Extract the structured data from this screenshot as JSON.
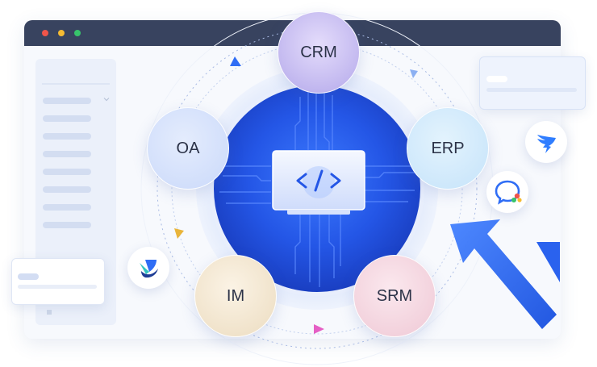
{
  "window": {
    "controls": [
      "close",
      "minimize",
      "maximize"
    ]
  },
  "hub": {
    "center_icon": "code-brackets-icon"
  },
  "systems": {
    "crm": "CRM",
    "oa": "OA",
    "erp": "ERP",
    "im": "IM",
    "srm": "SRM"
  },
  "apps": [
    "dingtalk-icon",
    "chat-bubble-icon",
    "feishu-icon"
  ],
  "colors": {
    "titlebar": "#38435f",
    "hub_blue": "#2456e6",
    "accent_blue": "#2f6df5",
    "arrow_orange": "#e9b43a",
    "arrow_pink": "#e55fc5"
  }
}
